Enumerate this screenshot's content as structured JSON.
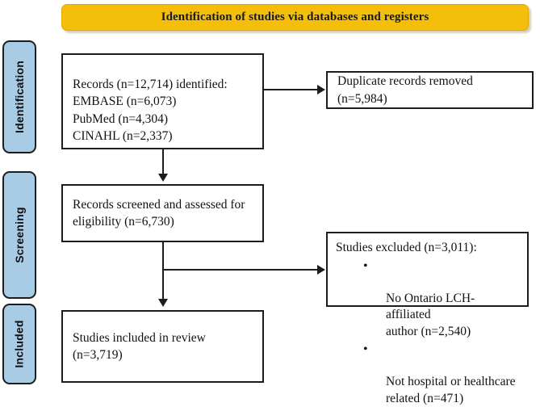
{
  "banner": {
    "title": "Identification of studies via databases and registers"
  },
  "stages": [
    {
      "id": "identification",
      "label": "Identification"
    },
    {
      "id": "screening",
      "label": "Screening"
    },
    {
      "id": "included",
      "label": "Included"
    }
  ],
  "boxes": {
    "records": {
      "text": "Records (n=12,714) identified:\n    EMBASE (n=6,073)\n    PubMed (n=4,304)\n    CINAHL (n=2,337)"
    },
    "duplicates": {
      "text": "Duplicate records removed (n=5,984)"
    },
    "screened": {
      "text": "Records screened and assessed for\neligibility (n=6,730)"
    },
    "excluded": {
      "heading": "Studies excluded (n=3,011):",
      "bullet_glyph": "•",
      "items": [
        "No Ontario LCH-affiliated\nauthor (n=2,540)",
        "Not hospital or healthcare\nrelated (n=471)"
      ]
    },
    "included": {
      "text": "Studies included in review\n(n=3,719)"
    }
  },
  "colors": {
    "banner_fill": "#f5be0b",
    "stage_fill": "#a8cbe6",
    "line": "#1d1d1d",
    "box_fill": "#ffffff",
    "text": "#111111"
  },
  "chart_data": {
    "type": "diagram",
    "title": "Identification of studies via databases and registers",
    "nodes": [
      {
        "id": "records",
        "stage": "Identification",
        "label": "Records identified",
        "n": 12714,
        "sources": [
          {
            "name": "EMBASE",
            "n": 6073
          },
          {
            "name": "PubMed",
            "n": 4304
          },
          {
            "name": "CINAHL",
            "n": 2337
          }
        ]
      },
      {
        "id": "duplicates",
        "stage": "Identification",
        "label": "Duplicate records removed",
        "n": 5984
      },
      {
        "id": "screened",
        "stage": "Screening",
        "label": "Records screened and assessed for eligibility",
        "n": 6730
      },
      {
        "id": "excluded",
        "stage": "Screening",
        "label": "Studies excluded",
        "n": 3011,
        "reasons": [
          {
            "name": "No Ontario LCH-affiliated author",
            "n": 2540
          },
          {
            "name": "Not hospital or healthcare related",
            "n": 471
          }
        ]
      },
      {
        "id": "included",
        "stage": "Included",
        "label": "Studies included in review",
        "n": 3719
      }
    ],
    "edges": [
      {
        "from": "records",
        "to": "duplicates",
        "direction": "right"
      },
      {
        "from": "records",
        "to": "screened",
        "direction": "down"
      },
      {
        "from": "screened",
        "to": "excluded",
        "direction": "right"
      },
      {
        "from": "screened",
        "to": "included",
        "direction": "down"
      }
    ]
  }
}
